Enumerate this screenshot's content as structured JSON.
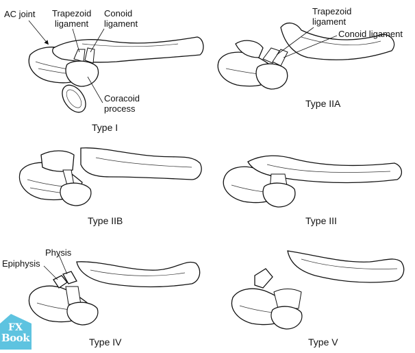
{
  "labels": {
    "ac_joint": "AC joint",
    "trapezoid_1": "Trapezoid",
    "trapezoid_2": "ligament",
    "conoid_1": "Conoid",
    "conoid_2": "ligament",
    "coracoid_1": "Coracoid",
    "coracoid_2": "process",
    "trapezoid_iia_1": "Trapezoid",
    "trapezoid_iia_2": "ligament",
    "conoid_iia": "Conoid ligament",
    "physis": "Physis",
    "epiphysis": "Epiphysis"
  },
  "captions": {
    "type_1": "Type I",
    "type_2a": "Type IIA",
    "type_2b": "Type IIB",
    "type_3": "Type III",
    "type_4": "Type IV",
    "type_5": "Type V"
  },
  "watermark": {
    "line1": "FX",
    "line2": "Book",
    "color": "#5ec3e0"
  }
}
